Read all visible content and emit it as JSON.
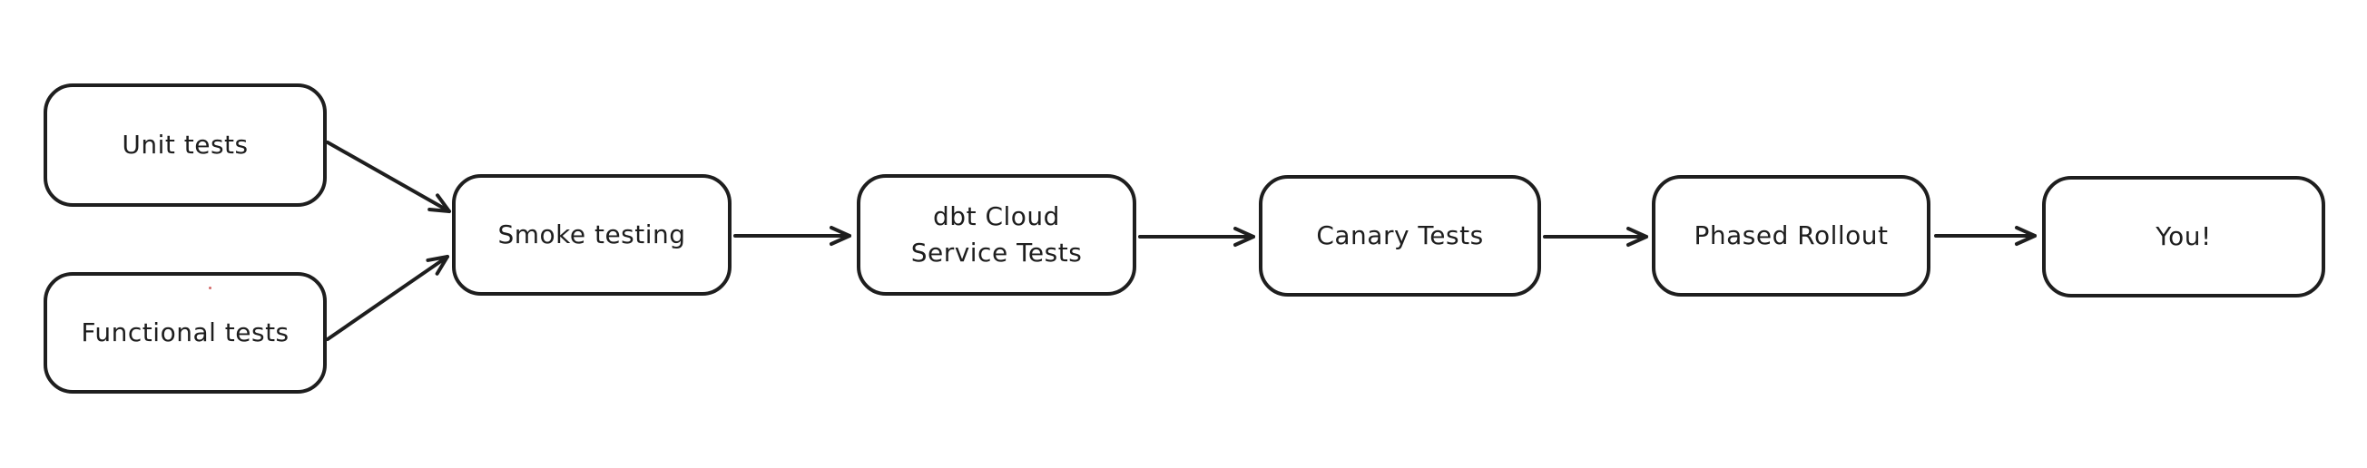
{
  "diagram": {
    "type": "flowchart",
    "style": "hand-drawn",
    "colors": {
      "stroke": "#1e1e1e",
      "node_fill": "#ffffff",
      "background": "#ffffff",
      "stray_dot": "#d46a6a"
    },
    "nodes": [
      {
        "id": "unit-tests",
        "label": "Unit tests"
      },
      {
        "id": "functional-tests",
        "label": "Functional tests"
      },
      {
        "id": "smoke-testing",
        "label": "Smoke testing"
      },
      {
        "id": "dbt-cloud-service-tests",
        "label": "dbt Cloud\nService Tests"
      },
      {
        "id": "canary-tests",
        "label": "Canary Tests"
      },
      {
        "id": "phased-rollout",
        "label": "Phased Rollout"
      },
      {
        "id": "you",
        "label": "You!"
      }
    ],
    "edges": [
      {
        "from": "unit-tests",
        "to": "smoke-testing"
      },
      {
        "from": "functional-tests",
        "to": "smoke-testing"
      },
      {
        "from": "smoke-testing",
        "to": "dbt-cloud-service-tests"
      },
      {
        "from": "dbt-cloud-service-tests",
        "to": "canary-tests"
      },
      {
        "from": "canary-tests",
        "to": "phased-rollout"
      },
      {
        "from": "phased-rollout",
        "to": "you"
      }
    ]
  }
}
